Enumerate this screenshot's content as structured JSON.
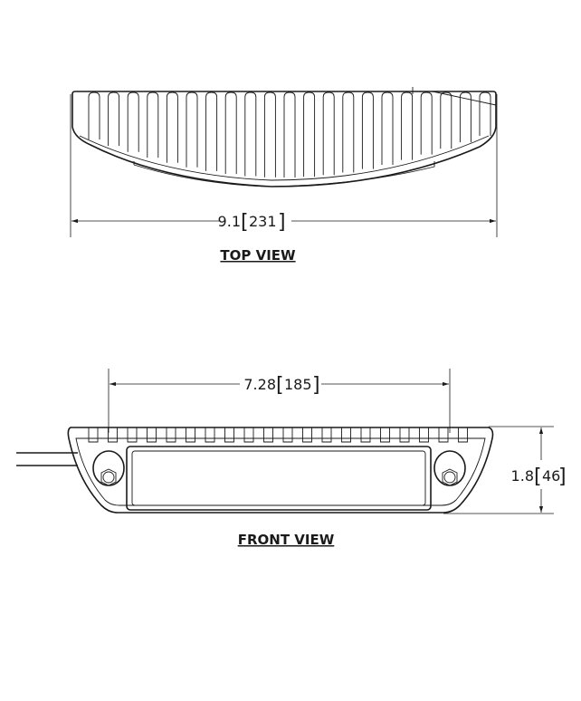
{
  "views": {
    "top": {
      "label": "TOP VIEW",
      "width_dim": {
        "value": "9.1",
        "metric": "231"
      }
    },
    "front": {
      "label": "FRONT VIEW",
      "width_dim": {
        "value": "7.28",
        "metric": "185"
      },
      "height_dim": {
        "value": "1.8",
        "metric": "46"
      }
    }
  },
  "colors": {
    "line": "#1a1a1a",
    "background": "#ffffff"
  }
}
